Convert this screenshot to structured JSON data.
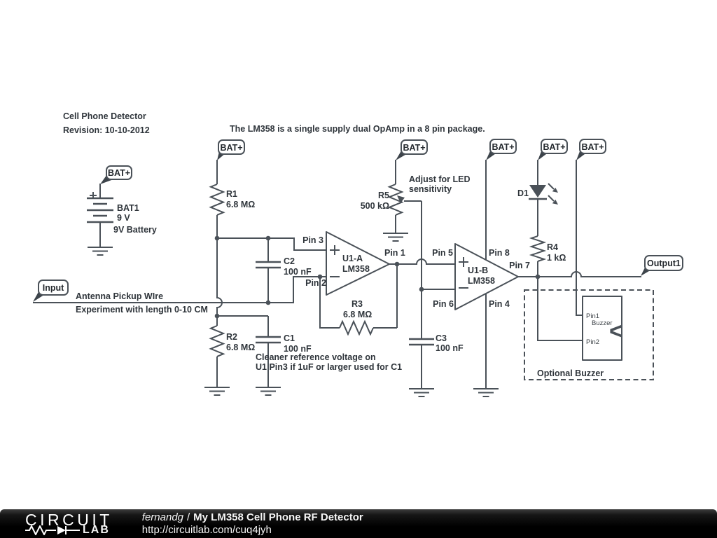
{
  "colors": {
    "wire": "#4a5158",
    "text": "#2f353b",
    "tail": "#3d444b",
    "footer_bg": "#0a0a0a",
    "footer_text": "#f5f5f5"
  },
  "header": {
    "line1": "Cell Phone Detector",
    "line2": "Revision: 10-10-2012",
    "note": "The LM358 is a single supply dual OpAmp in a 8 pin package."
  },
  "symbols": {
    "plus": "+",
    "minus": "−",
    "speaker": "<"
  },
  "flags": {
    "bat": "BAT+",
    "input": "Input",
    "output": "Output1"
  },
  "battery": {
    "ref": "BAT1",
    "value": "9 V",
    "note": "9V Battery"
  },
  "antenna": {
    "line1": "Antenna Pickup WIre",
    "line2": "Experiment with length 0-10 CM"
  },
  "r1": {
    "ref": "R1",
    "value": "6.8 MΩ"
  },
  "r2": {
    "ref": "R2",
    "value": "6.8 MΩ"
  },
  "r3": {
    "ref": "R3",
    "value": "6.8 MΩ"
  },
  "r4": {
    "ref": "R4",
    "value": "1 kΩ"
  },
  "r5": {
    "ref": "R5",
    "value": "500 kΩ",
    "note1": "Adjust for LED",
    "note2": "sensitivity"
  },
  "c1": {
    "ref": "C1",
    "value": "100 nF",
    "note1": "Cleaner reference voltage on",
    "note2": "U1 Pin3 if 1uF or larger used for C1"
  },
  "c2": {
    "ref": "C2",
    "value": "100 nF"
  },
  "c3": {
    "ref": "C3",
    "value": "100 nF"
  },
  "d1": {
    "ref": "D1"
  },
  "u1a": {
    "ref": "U1-A",
    "part": "LM358",
    "pin_in_plus": "Pin 3",
    "pin_in_minus": "Pin 2",
    "pin_out": "Pin 1"
  },
  "u1b": {
    "ref": "U1-B",
    "part": "LM358",
    "pin_in_plus": "Pin 5",
    "pin_in_minus": "Pin 6",
    "pin_out": "Pin 7",
    "pin_vplus": "Pin 8",
    "pin_vminus": "Pin 4"
  },
  "buzzer": {
    "pin1": "Pin1",
    "pin2": "Pin2",
    "name": "Buzzer",
    "caption": "Optional Buzzer"
  },
  "footer": {
    "logo_word": "CIRCUIT",
    "logo_word2": "LAB",
    "author": "fernandg",
    "sep": "/",
    "title": "My LM358 Cell Phone RF Detector",
    "url": "http://circuitlab.com/cuq4jyh"
  }
}
